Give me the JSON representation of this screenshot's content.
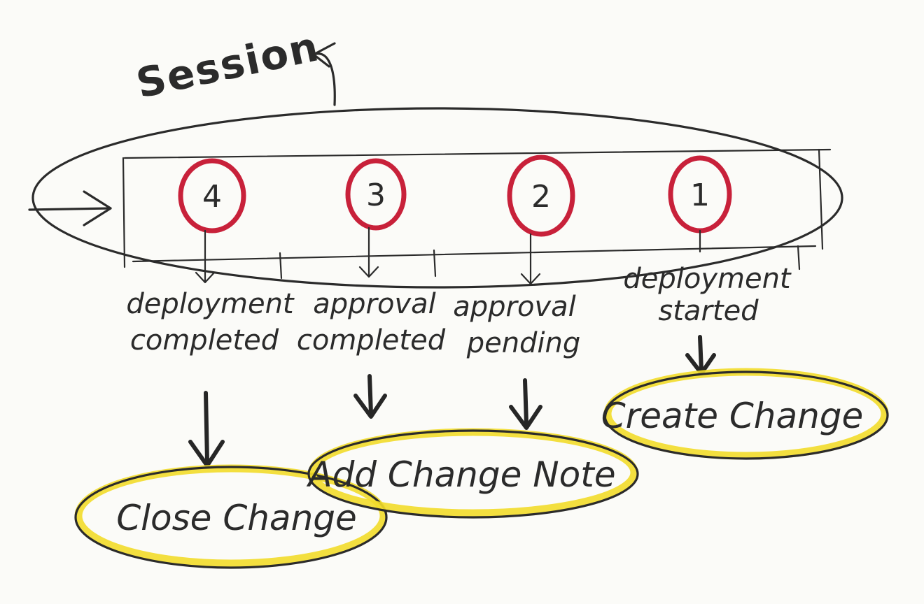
{
  "title": "Session",
  "steps": [
    {
      "number": "4",
      "label_lines": [
        "deployment",
        "completed"
      ]
    },
    {
      "number": "3",
      "label_lines": [
        "approval",
        "completed"
      ]
    },
    {
      "number": "2",
      "label_lines": [
        "approval",
        "pending"
      ]
    },
    {
      "number": "1",
      "label_lines": [
        "deployment",
        "started"
      ]
    }
  ],
  "actions": {
    "close": "Close Change",
    "add_note": "Add Change Note",
    "create": "Create Change"
  },
  "colors": {
    "ink": "#2b2b2b",
    "step_ring": "#c8213a",
    "action_highlight": "#f2dc2a",
    "paper": "#fbfbf8"
  }
}
